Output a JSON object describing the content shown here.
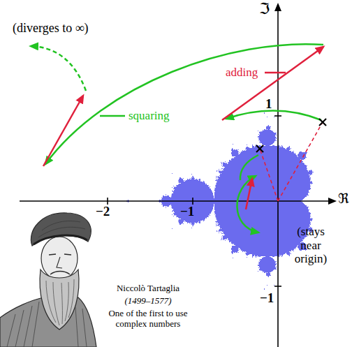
{
  "diagram": {
    "labels": [
      "ℑ",
      "(diverges to ∞)",
      "adding",
      "squaring",
      "1",
      "ℜ",
      "−2",
      "−1",
      "−1",
      "(stays near origin)",
      "Niccolò Tartaglia",
      "(1499–1577)",
      "One of the first to use complex numbers"
    ]
  }
}
